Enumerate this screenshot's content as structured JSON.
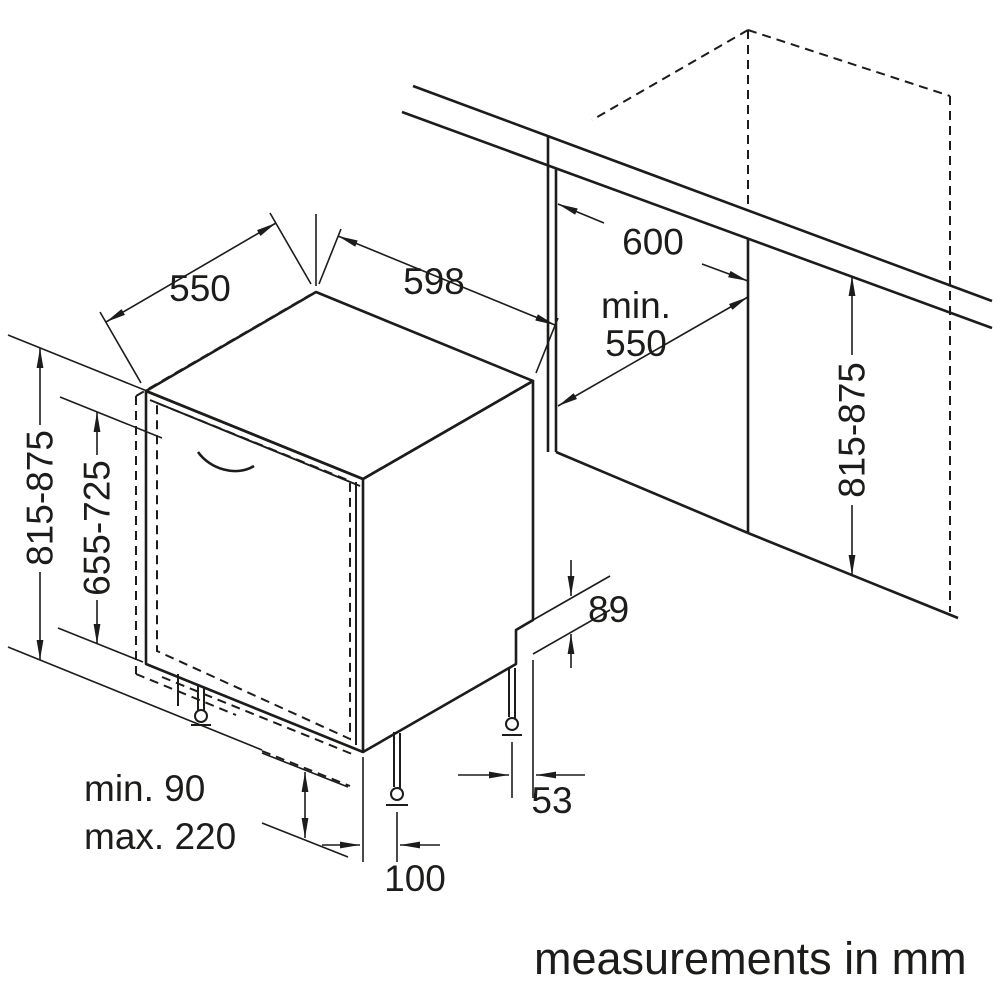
{
  "diagram": {
    "unit_note": "measurements in mm",
    "appliance": {
      "depth_top": "550",
      "width": "598",
      "height_overall": "815-875",
      "door_height": "655-725",
      "plinth_min": "min. 90",
      "plinth_max": "max. 220",
      "front_foot_inset": "100",
      "rear_foot_inset": "53",
      "base_step_height": "89"
    },
    "niche": {
      "width": "600",
      "depth_min_line1": "min.",
      "depth_min_line2": "550",
      "height": "815-875"
    }
  }
}
